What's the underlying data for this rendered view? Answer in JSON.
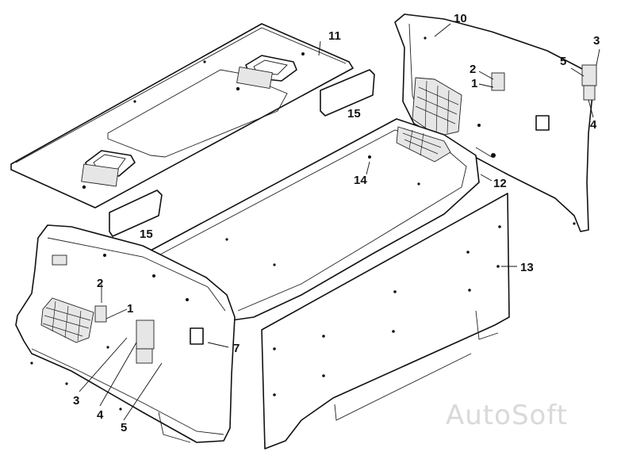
{
  "diagram": {
    "callouts": {
      "c1_left": "1",
      "c2_left": "2",
      "c3_left": "3",
      "c4_left": "4",
      "c5_left": "5",
      "c7": "7",
      "c1_right": "1",
      "c2_right": "2",
      "c3_right": "3",
      "c4_right": "4",
      "c5_right": "5",
      "c10": "10",
      "c11": "11",
      "c12": "12",
      "c13": "13",
      "c14": "14",
      "c15_top": "15",
      "c15_bottom": "15"
    }
  },
  "watermark": {
    "text": "AutoSoft"
  }
}
